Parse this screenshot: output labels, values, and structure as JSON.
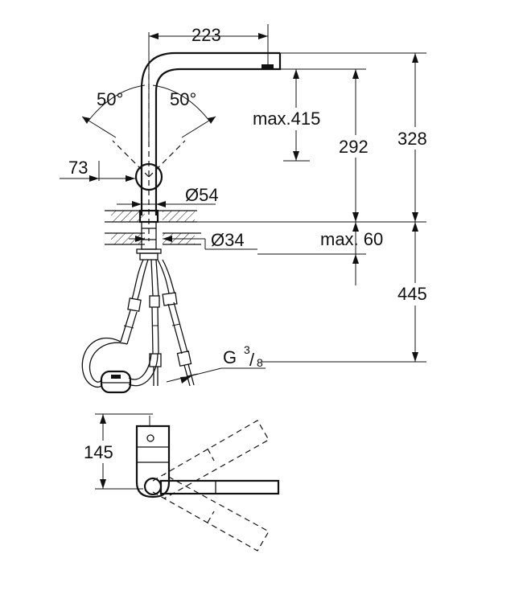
{
  "dimensions": {
    "spout_reach": "223",
    "swivel_left": "50°",
    "swivel_right": "50°",
    "offset": "73",
    "body_diameter": "Ø54",
    "hole_diameter": "Ø34",
    "pullout_max": "max.415",
    "spout_height": "292",
    "total_height": "328",
    "deck_max": "max. 60",
    "hose_length": "445",
    "thread_letter": "G",
    "thread_num": "3",
    "thread_den": "8",
    "plan_depth": "145"
  }
}
